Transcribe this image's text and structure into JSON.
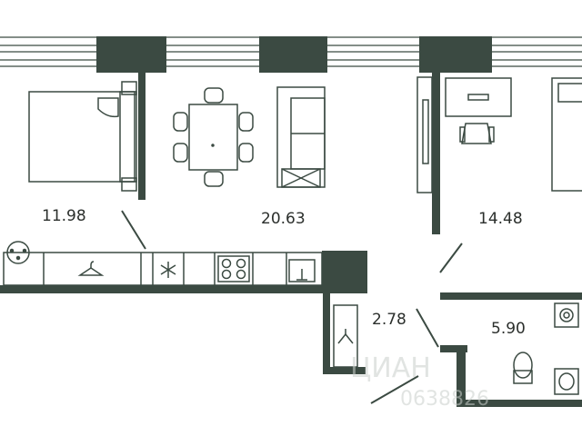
{
  "floorplan": {
    "rooms": [
      {
        "id": "bedroom",
        "area": "11.98"
      },
      {
        "id": "living-kitchen",
        "area": "20.63"
      },
      {
        "id": "room-2",
        "area": "14.48"
      },
      {
        "id": "hallway",
        "area": "2.78"
      },
      {
        "id": "bathroom",
        "area": "5.90"
      }
    ],
    "watermark": {
      "brand": "ЦИАН",
      "code": "0638826"
    },
    "colors": {
      "wall": "#3b4a42",
      "line": "#3b4a42",
      "background": "#ffffff"
    }
  }
}
